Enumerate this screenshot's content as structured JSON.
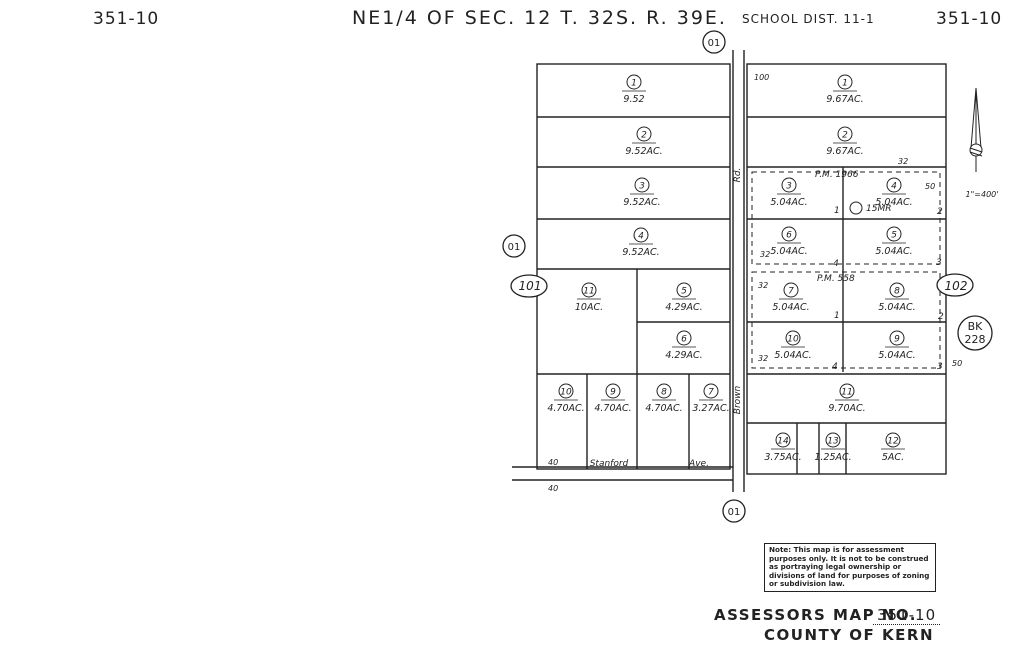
{
  "header": {
    "map_no_left": "351-10",
    "title": "NE1/4 OF SEC. 12 T. 32S. R. 39E.",
    "school_dist": "SCHOOL DIST. 11-1",
    "map_no_right": "351-10"
  },
  "roads": {
    "brown_a": "Brown",
    "brown_b": "Rd.",
    "stanford_a": "Stanford",
    "stanford_b": "Ave."
  },
  "road_codes": {
    "top": "01",
    "left": "01",
    "bottom": "01"
  },
  "book_refs": {
    "left": "101",
    "right": "102",
    "bk_label": "BK",
    "bk_number": "228"
  },
  "scale": "1\"=400'",
  "road_widths": {
    "brown_top": "100",
    "pm_top": "32",
    "pm_left_a": "32",
    "pm_left_b": "32",
    "pm_left_c": "32",
    "pm_right_a": "50",
    "pm_right_b": "50",
    "stanford_a": "40",
    "stanford_b": "40"
  },
  "parcel_maps": [
    {
      "label": "P.M. 1966",
      "lots": [
        "1",
        "2",
        "3",
        "4"
      ],
      "mr": "15MR"
    },
    {
      "label": "P.M. 558",
      "lots": [
        "1",
        "2",
        "3",
        "4"
      ]
    }
  ],
  "parcels": [
    {
      "num": "1",
      "area": "9.52"
    },
    {
      "num": "2",
      "area": "9.52AC."
    },
    {
      "num": "3",
      "area": "9.52AC."
    },
    {
      "num": "4",
      "area": "9.52AC."
    },
    {
      "num": "11",
      "area": "10AC."
    },
    {
      "num": "5",
      "area": "4.29AC."
    },
    {
      "num": "6",
      "area": "4.29AC."
    },
    {
      "num": "10",
      "area": "4.70AC."
    },
    {
      "num": "9",
      "area": "4.70AC."
    },
    {
      "num": "8",
      "area": "4.70AC."
    },
    {
      "num": "7",
      "area": "3.27AC."
    },
    {
      "num": "1",
      "area": "9.67AC."
    },
    {
      "num": "2",
      "area": "9.67AC."
    },
    {
      "num": "3",
      "area": "5.04AC."
    },
    {
      "num": "4",
      "area": "5.04AC."
    },
    {
      "num": "6",
      "area": "5.04AC."
    },
    {
      "num": "5",
      "area": "5.04AC."
    },
    {
      "num": "7",
      "area": "5.04AC."
    },
    {
      "num": "8",
      "area": "5.04AC."
    },
    {
      "num": "10",
      "area": "5.04AC."
    },
    {
      "num": "9",
      "area": "5.04AC."
    },
    {
      "num": "11",
      "area": "9.70AC."
    },
    {
      "num": "14",
      "area": "3.75AC."
    },
    {
      "num": "13",
      "area": "1.25AC."
    },
    {
      "num": "12",
      "area": "5AC."
    }
  ],
  "note": "Note: This map is for assessment purposes only. It is not to be construed as portraying legal ownership or divisions of land for purposes of zoning or subdivision law.",
  "footer": {
    "assessors_label": "ASSESSORS MAP NO.",
    "assessors_no": "351-10",
    "county": "COUNTY OF KERN"
  }
}
